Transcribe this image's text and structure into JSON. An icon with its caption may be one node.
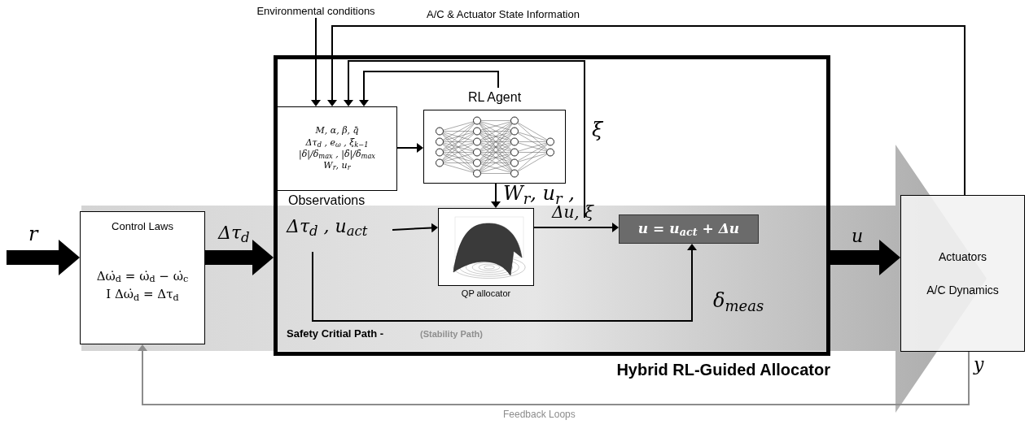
{
  "diagram": {
    "nodes": [
      {
        "text": [
          "Hybrid RL-Guided Allocator"
        ]
      },
      {
        "text": [
          "Control Laws",
          "Δω̇$_{d}$ = ω̇$_{d}$ − ω̇$_{c}$",
          "I Δω̇$_{d}$ = Δτ$_{d}$"
        ]
      },
      {
        "text": [
          "M, α, β, q̄",
          "Δτ$_{d}$ , e$_{ω}$ , ξ$_{k−1}$",
          "|δ|/δ$_{max}$ , |δ̇|/δ̇$_{max}$",
          "W$_{r}$, u$_{r}$",
          "Observations"
        ],
        "in": 0
      },
      {
        "text": [
          "RL Agent"
        ],
        "in": 0
      },
      {
        "text": [
          "QP allocator"
        ],
        "in": 0
      },
      {
        "text": [
          "u = u$_{act}$ + Δu"
        ],
        "in": 0
      },
      {
        "text": [
          "Actuators",
          "A/C Dynamics"
        ]
      },
      {
        "text": [
          "Environmental conditions"
        ]
      },
      {
        "text": [
          "Δτ$_{d}$ , u$_{act}$"
        ],
        "in": 0
      }
    ],
    "edges": [
      {
        "from": null,
        "to": 1,
        "arrow": "to",
        "label": "r",
        "style": "thick"
      },
      {
        "from": 1,
        "to": 0,
        "arrow": "to",
        "label": "Δτ$_{d}$",
        "style": "thick"
      },
      {
        "from": 0,
        "to": 6,
        "arrow": "to",
        "label": "u",
        "style": "thick"
      },
      {
        "from": 7,
        "to": 2,
        "arrow": "to"
      },
      {
        "from": 6,
        "to": 2,
        "arrow": "to",
        "label": "A/C & Actuator State Information"
      },
      {
        "from": null,
        "to": 2,
        "arrow": "to",
        "label": "ξ"
      },
      {
        "from": 3,
        "to": 2,
        "arrow": "to"
      },
      {
        "from": 2,
        "to": 3,
        "arrow": "to"
      },
      {
        "from": 3,
        "to": 4,
        "arrow": "to",
        "label": "W$_{r}$, u$_{r}$ ,"
      },
      {
        "from": 8,
        "to": 4,
        "arrow": "to"
      },
      {
        "from": 4,
        "to": 5,
        "arrow": "to",
        "label": "Δu, ξ"
      },
      {
        "from": 8,
        "to": 5,
        "arrow": "to"
      },
      {
        "from": 6,
        "to": 1,
        "arrow": "to",
        "label": "Feedback Loops",
        "color": "#8c8c8c"
      }
    ],
    "labels": [
      "δ$_{meas}$",
      "y",
      "Safety Critial Path -",
      "(Stability Path)"
    ]
  }
}
